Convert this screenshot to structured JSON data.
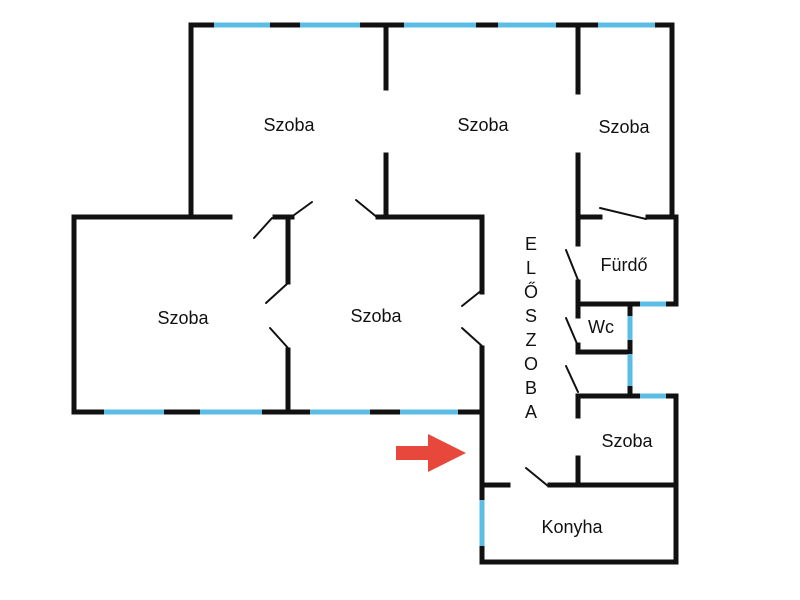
{
  "floor_plan": {
    "rooms": [
      {
        "id": "room-top-left",
        "label": "Szoba"
      },
      {
        "id": "room-top-middle",
        "label": "Szoba"
      },
      {
        "id": "room-top-right",
        "label": "Szoba"
      },
      {
        "id": "room-left",
        "label": "Szoba"
      },
      {
        "id": "room-center",
        "label": "Szoba"
      },
      {
        "id": "bathroom",
        "label": "Fürdő"
      },
      {
        "id": "toilet",
        "label": "Wc"
      },
      {
        "id": "room-bottom-right",
        "label": "Szoba"
      },
      {
        "id": "kitchen",
        "label": "Konyha"
      }
    ],
    "hallway_letters": [
      "E",
      "L",
      "Ő",
      "S",
      "Z",
      "O",
      "B",
      "A"
    ]
  },
  "colors": {
    "wall": "#111111",
    "window": "#5bbde6",
    "entrance_arrow": "#e8473b",
    "background": "#ffffff"
  }
}
